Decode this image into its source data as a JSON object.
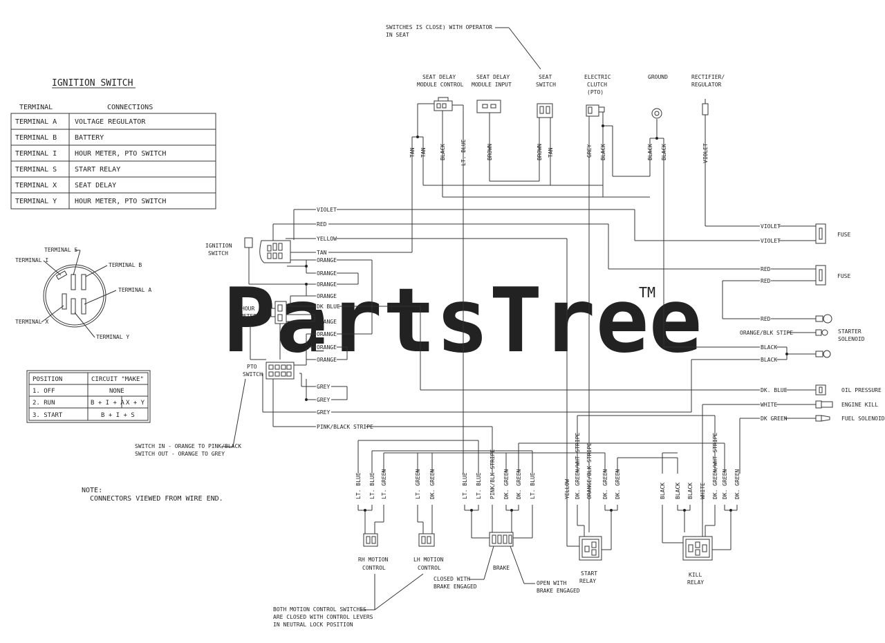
{
  "watermark": {
    "brand": "PartsTree",
    "tm": "TM"
  },
  "ignition_table": {
    "title": "IGNITION SWITCH",
    "headers": [
      "TERMINAL",
      "CONNECTIONS"
    ],
    "rows": [
      [
        "TERMINAL  A",
        "VOLTAGE REGULATOR"
      ],
      [
        "TERMINAL  B",
        "BATTERY"
      ],
      [
        "TERMINAL  I",
        "HOUR METER, PTO SWITCH"
      ],
      [
        "TERMINAL  S",
        "START RELAY"
      ],
      [
        "TERMINAL  X",
        "SEAT DELAY"
      ],
      [
        "TERMINAL  Y",
        "HOUR METER, PTO SWITCH"
      ]
    ]
  },
  "switch_face": {
    "labels": [
      "TERMINAL S",
      "TERMINAL I",
      "TERMINAL B",
      "TERMINAL A",
      "TERMINAL X",
      "TERMINAL Y"
    ]
  },
  "position_table": {
    "headers": [
      "POSITION",
      "CIRCUIT \"MAKE\""
    ],
    "rows": [
      {
        "pos": "1. OFF",
        "make": "NONE",
        "extra": ""
      },
      {
        "pos": "2. RUN",
        "make": "B + I + A",
        "extra": "X + Y"
      },
      {
        "pos": "3. START",
        "make": "B + I + S",
        "extra": ""
      }
    ]
  },
  "notes": {
    "switch_note": [
      "SWITCH IN - ORANGE TO PINK/BLACK",
      "SWITCH OUT - ORANGE TO GREY"
    ],
    "note": [
      "NOTE:",
      "CONNECTORS VIEWED FROM WIRE END."
    ],
    "seat_note": [
      "SWITCHES IS CLOSE) WITH OPERATOR",
      "IN SEAT"
    ],
    "motion_note": [
      "BOTH MOTION CONTROL SWITCHES",
      "ARE CLOSED WITH CONTROL LEVERS",
      "IN NEUTRAL LOCK POSITION"
    ],
    "brake_closed": [
      "CLOSED WITH",
      "BRAKE ENGAGED"
    ],
    "brake_open": [
      "OPEN WITH",
      "BRAKE ENGAGED"
    ]
  },
  "components": {
    "seat_delay_control": [
      "SEAT DELAY",
      "MODULE CONTROL"
    ],
    "seat_delay_input": [
      "SEAT DELAY",
      "MODULE INPUT"
    ],
    "seat_switch": [
      "SEAT",
      "SWITCH"
    ],
    "electric_clutch": [
      "ELECTRIC",
      "CLUTCH",
      "(PTO)"
    ],
    "ground": [
      "GROUND"
    ],
    "rectifier": [
      "RECTIFIER/",
      "REGULATOR"
    ],
    "ignition_switch": [
      "IGNITION",
      "SWITCH"
    ],
    "hour_meter": [
      "HOUR",
      "METER"
    ],
    "pto_switch": [
      "PTO",
      "SWITCH"
    ],
    "fuse1": [
      "FUSE"
    ],
    "fuse2": [
      "FUSE"
    ],
    "starter_solenoid": [
      "STARTER",
      "SOLENOID"
    ],
    "oil_pressure": [
      "OIL PRESSURE"
    ],
    "engine_kill": [
      "ENGINE KILL"
    ],
    "fuel_solenoid": [
      "FUEL SOLENOID"
    ],
    "rh_motion": [
      "RH MOTION",
      "CONTROL"
    ],
    "lh_motion": [
      "LH MOTION",
      "CONTROL"
    ],
    "brake": [
      "BRAKE"
    ],
    "start_relay": [
      "START",
      "RELAY"
    ],
    "kill_relay": [
      "KILL",
      "RELAY"
    ]
  },
  "top_wires": [
    "TAN",
    "TAN",
    "BLACK",
    "LT. BLUE",
    "BROWN",
    "BROWN",
    "TAN",
    "GREY",
    "BLACK",
    "BLACK",
    "BLACK",
    "VIOLET"
  ],
  "left_wires": [
    "VIOLET",
    "RED",
    "YELLOW",
    "TAN",
    "ORANGE",
    "ORANGE",
    "ORANGE",
    "ORANGE",
    "DK BLUE",
    "ORANGE",
    "ORANGE",
    "ORANGE",
    "ORANGE",
    "GREY",
    "GREY",
    "GREY",
    "PINK/BLACK STRIPE"
  ],
  "right_wires": [
    "VIOLET",
    "VIOLET",
    "RED",
    "RED",
    "RED",
    "ORANGE/BLK STIPE",
    "BLACK",
    "BLACK",
    "DK. BLUE",
    "WHITE",
    "DK GREEN"
  ],
  "bottom_wires": [
    "LT. BLUE",
    "LT. BLUE",
    "LT. GREEN",
    "LT. GREEN",
    "DK. GREEN",
    "LT. BLUE",
    "LT. BLUE",
    "PINK/BLK STRIPE",
    "DK. GREEN",
    "DK. GREEN",
    "LT. BLUE",
    "YELLOW",
    "DK. GREEN/WHT STRIPE",
    "ORANGE/BLK STRIPE",
    "DK. GREEN",
    "DK. GREEN",
    "BLACK",
    "BLACK",
    "BLACK",
    "DK. GREEN/WHT STRIPE",
    "WHITE",
    "DK. GREEN",
    "DK. GREEN"
  ]
}
